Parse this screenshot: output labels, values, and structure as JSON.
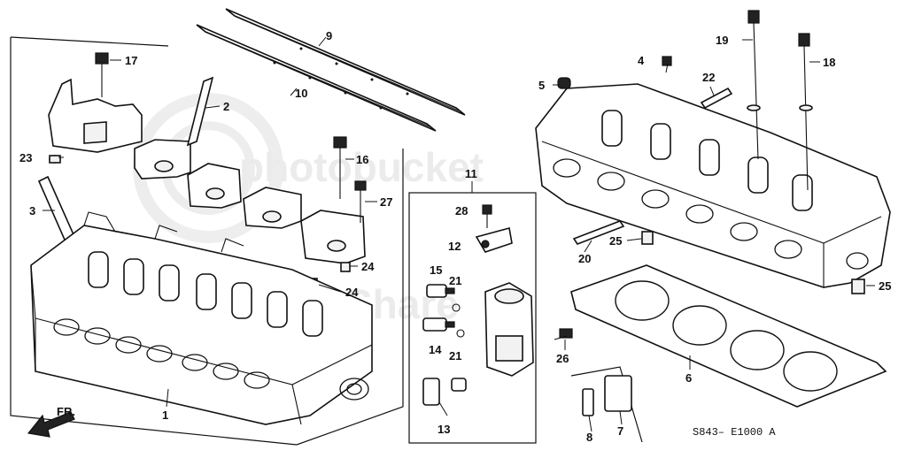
{
  "watermark": {
    "left": "photobucket",
    "right": "Share"
  },
  "diagram": {
    "part_numbers": [
      "1",
      "2",
      "3",
      "4",
      "5",
      "6",
      "7",
      "8",
      "9",
      "10",
      "11",
      "12",
      "13",
      "14",
      "15",
      "16",
      "17",
      "18",
      "19",
      "20",
      "21",
      "21",
      "22",
      "23",
      "24",
      "24",
      "25",
      "25",
      "26",
      "27",
      "28"
    ],
    "direction_label": "FR.",
    "reference_code": "S843– E1000 A"
  }
}
